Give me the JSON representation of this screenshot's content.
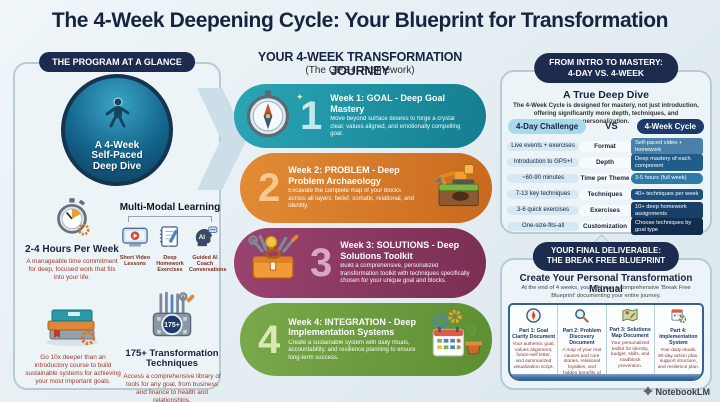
{
  "title": "The 4-Week Deepening Cycle: Your Blueprint for Transformation",
  "colors": {
    "pill_navy": "#1d2b4f",
    "week1_teal": "#1f96a6",
    "week2_orange": "#d97e2c",
    "week3_plum": "#8e3a63",
    "week4_green": "#6f9d3f",
    "challenge_pill": "#a9d9ec",
    "cycle_pill": "#1d3a6b",
    "accent_red_text": "#a03a28"
  },
  "left_panel": {
    "header": "THE PROGRAM AT A GLANCE",
    "hero_badge": "A 4-Week\nSelf-Paced\nDeep Dive",
    "time": {
      "heading": "2-4 Hours Per Week",
      "body": "A manageable time commitment for deep, focused work that fits into your life."
    },
    "multimodal": {
      "heading": "Multi-Modal Learning",
      "items": [
        {
          "icon": "video-lessons-icon",
          "label": "Short Video Lessons"
        },
        {
          "icon": "homework-icon",
          "label": "Deep Homework Exercises"
        },
        {
          "icon": "ai-coach-icon",
          "label": "Guided AI Coach Conversations"
        }
      ]
    },
    "depth_note": "Go 10x deeper than an introductory course to build sustainable systems for achieving your most important goals.",
    "techniques": {
      "badge": "175+",
      "heading": "175+ Transformation Techniques",
      "body": "Access a comprehensive library of tools for any goal, from business and finance to health and relationships."
    }
  },
  "journey": {
    "title": "YOUR 4-WEEK TRANSFORMATION JOURNEY",
    "subtitle": "(The GPS+I Framework)",
    "weeks": [
      {
        "number": "1",
        "icon": "compass-icon",
        "heading": "Week 1: GOAL - Deep Goal Mastery",
        "body": "Move beyond surface desires to forge a crystal clear, values aligned, and emotionally compelling goal."
      },
      {
        "number": "2",
        "icon": "excavator-icon",
        "heading": "Week 2: PROBLEM - Deep Problem Archaeology",
        "body": "Excavate the complete map of your blocks across all layers: belief, somatic, relational, and identity."
      },
      {
        "number": "3",
        "icon": "toolbox-icon",
        "heading": "Week 3: SOLUTIONS - Deep Solutions Toolkit",
        "body": "Build a comprehensive, personalized transformation toolkit with techniques specifically chosen for your unique goal and blocks."
      },
      {
        "number": "4",
        "icon": "integration-icon",
        "heading": "Week 4: INTEGRATION - Deep Implementation Systems",
        "body": "Create a sustainable system with daily rituals, accountability, and resilience planning to ensure long-term success."
      }
    ]
  },
  "comparison": {
    "header_line1": "FROM INTRO TO MASTERY:",
    "header_line2": "4-DAY VS. 4-WEEK",
    "subheading": "A True Deep Dive",
    "description": "The 4-Week Cycle is designed for mastery, not just introduction, offering significantly more depth, techniques, and personalization.",
    "col_left": "4-Day Challenge",
    "vs": "VS",
    "col_right": "4-Week Cycle",
    "rows": [
      {
        "left": "Live events + exercises",
        "label": "Format",
        "right": "Self-paced video + homework"
      },
      {
        "left": "Introduction to GPS+I",
        "label": "Depth",
        "right": "Deep mastery of each component"
      },
      {
        "left": "~60-90 minutes",
        "label": "Time per Theme",
        "right": "3-5 hours (full week)"
      },
      {
        "left": "7-13 key techniques",
        "label": "Techniques",
        "right": "40+ techniques per week"
      },
      {
        "left": "3-6 quick exercises",
        "label": "Exercises",
        "right": "10+ deep homework assignments"
      },
      {
        "left": "One-size-fits-all",
        "label": "Customization",
        "right": "Choose techniques by goal type"
      }
    ]
  },
  "deliverable": {
    "header_line1": "YOUR FINAL DELIVERABLE:",
    "header_line2": "THE BREAK FREE BLUEPRINT",
    "heading": "Create Your Personal Transformation Manual",
    "description": "At the end of 4 weeks, you will have a comprehensive 'Break Free Blueprint' documenting your entire journey.",
    "parts": [
      {
        "icon": "compass-mini-icon",
        "title": "Part 1: Goal Clarity Document",
        "body": "Your authentic goal, values alignment, future-self letter, and summarized visualization script."
      },
      {
        "icon": "magnifier-icon",
        "title": "Part 2: Problem Discovery Document",
        "body": "A map of your root causes and core stories, relational loyalties, and hidden benefits of staying stuck."
      },
      {
        "icon": "map-icon",
        "title": "Part 3: Solutions Map Document",
        "body": "Your personalized toolkit for identity, budget, skills, and roadblock prevention."
      },
      {
        "icon": "calendar-gear-icon",
        "title": "Part 4: Implementation System",
        "body": "Your daily rituals, 90-day action plan, support structure, and resilience plan."
      }
    ]
  },
  "footer": {
    "brand": "NotebookLM"
  }
}
